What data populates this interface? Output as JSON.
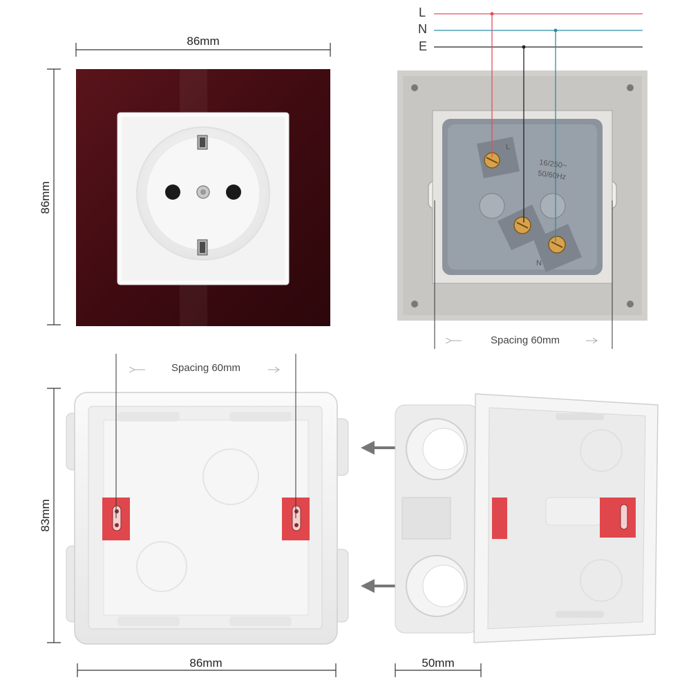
{
  "front_panel": {
    "width_label": "86mm",
    "height_label": "86mm",
    "frame_color": "#4a0f14",
    "insert_color": "#f4f4f4"
  },
  "back_view": {
    "wires": [
      {
        "label": "L",
        "color": "#e0505a"
      },
      {
        "label": "N",
        "color": "#2a8ea8"
      },
      {
        "label": "E",
        "color": "#222222"
      }
    ],
    "terminal_labels": {
      "live": "L",
      "neutral": "N"
    },
    "rating_text": [
      "16/250~",
      "50/60Hz"
    ],
    "spacing_label": "Spacing 60mm"
  },
  "mounting_box_front": {
    "spacing_label": "Spacing 60mm",
    "height_label": "83mm",
    "width_label": "86mm",
    "clip_color": "#e0474c"
  },
  "mounting_box_side": {
    "depth_label": "50mm"
  }
}
